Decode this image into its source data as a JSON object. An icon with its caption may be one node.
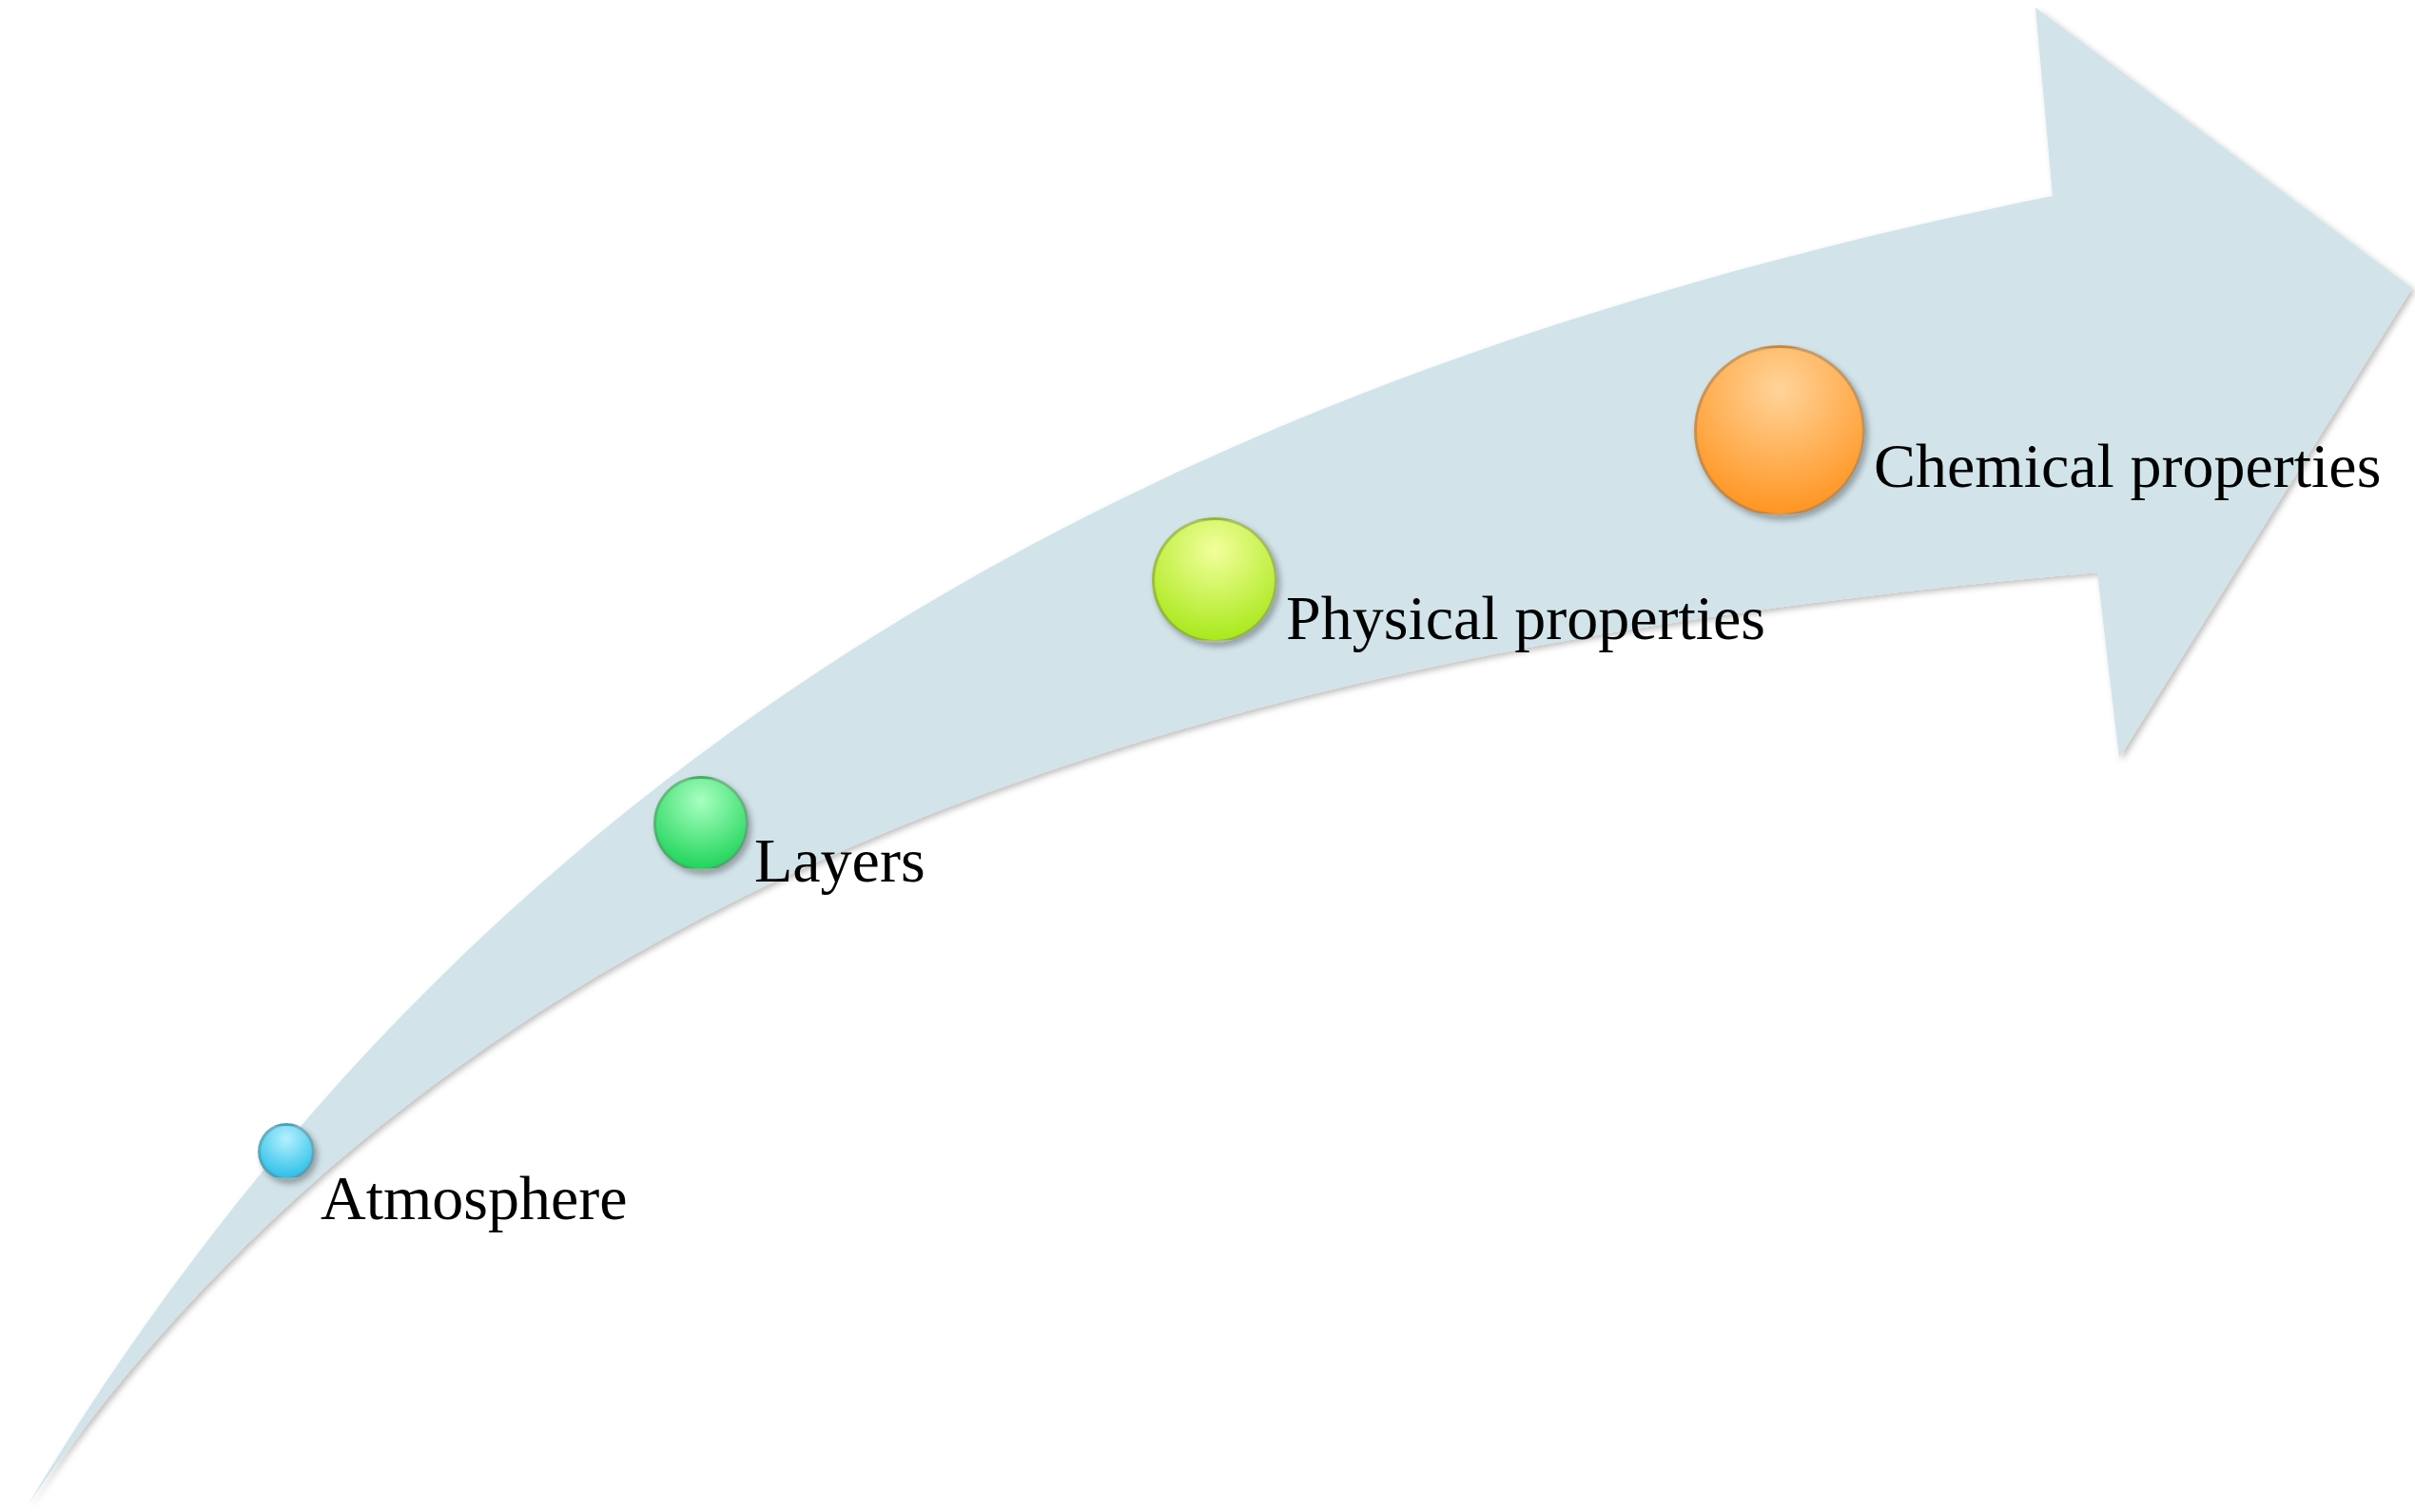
{
  "diagram": {
    "nodes": [
      {
        "text": [],
        "shape": "circle",
        "beside": [
          "Atmosphere"
        ]
      },
      {
        "text": [],
        "shape": "circle",
        "beside": [
          "Layers"
        ]
      },
      {
        "text": [],
        "shape": "circle",
        "beside": [
          "Physical properties"
        ]
      },
      {
        "text": [],
        "shape": "circle",
        "beside": [
          "Chemical properties"
        ]
      }
    ]
  }
}
